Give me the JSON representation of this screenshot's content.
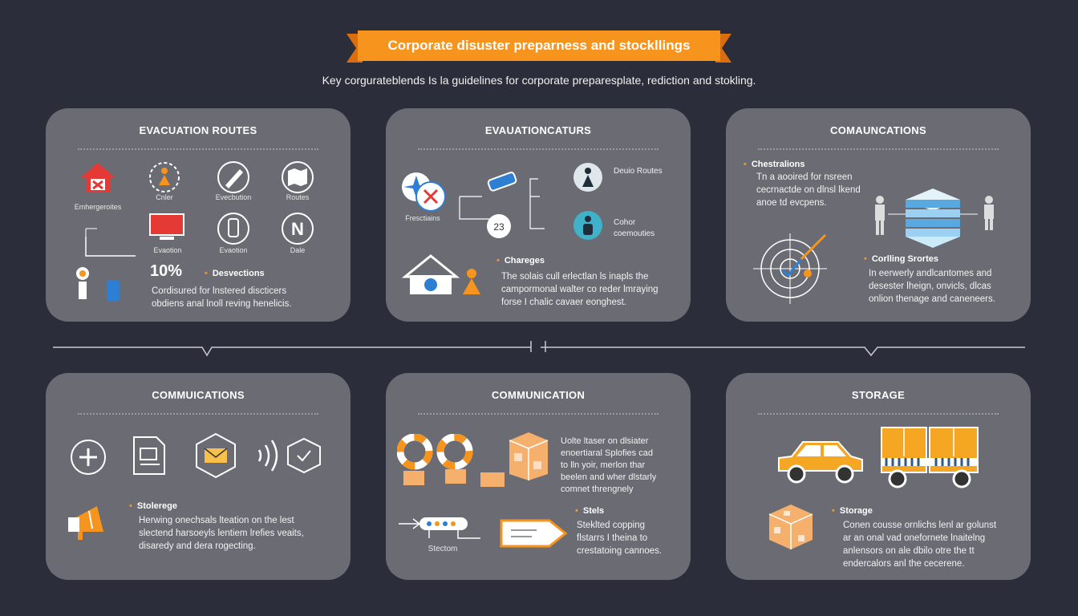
{
  "header": {
    "title": "Corporate disuster preparness and stockllings",
    "subtitle": "Key corgurateblends Is la guidelines for corporate preparesplate, rediction and stokling."
  },
  "colors": {
    "background": "#2b2d3b",
    "panel": "#6a6b73",
    "accent": "#f7941d",
    "icon_blue": "#2d7fd3",
    "icon_red": "#e53935"
  },
  "panels": [
    {
      "title": "EVACUATION ROUTES",
      "icons": [
        {
          "name": "house-icon",
          "label": "Emhergeroites"
        },
        {
          "name": "person-icon",
          "label": "Cnler"
        },
        {
          "name": "pen-icon",
          "label": "Evecbution"
        },
        {
          "name": "map-icon",
          "label": "Routes"
        },
        {
          "name": "monitor-icon",
          "label": "Evaotion"
        },
        {
          "name": "phone-icon",
          "label": "Evaotion"
        },
        {
          "name": "north-icon",
          "symbol": "N",
          "label": "Dale"
        }
      ],
      "stat": "10%",
      "subheading": "Desvections",
      "text": [
        "Cordisured for lnstered discticers",
        "obdiens anal lnoll reving henelicis."
      ]
    },
    {
      "title": "EVAUATIONCATURS",
      "icons": [
        {
          "name": "fan-icon",
          "label": "Fresctiains"
        },
        {
          "name": "tool-icon",
          "label": ""
        },
        {
          "name": "clock-icon",
          "symbol": "23",
          "label": ""
        },
        {
          "name": "flashlight-icon",
          "label": ""
        },
        {
          "name": "responder-icon",
          "label": "Deuio Routes"
        },
        {
          "name": "person-icon",
          "label": "Cohor coemouties"
        },
        {
          "name": "shelter-icon",
          "label": ""
        },
        {
          "name": "worker-icon",
          "label": ""
        }
      ],
      "subheading": "Chareges",
      "text": [
        "The solais cull erlectlan ls inapls the",
        "campormonal walter co reder lmraying",
        "forse I chalic cavaer eonghest."
      ]
    },
    {
      "title": "COMAUNCATIONS",
      "icons": [
        {
          "name": "server-stack-icon",
          "label": ""
        },
        {
          "name": "person-icon",
          "label": ""
        },
        {
          "name": "target-icon",
          "label": ""
        }
      ],
      "subheading": "Chestralions",
      "text": [
        "Tn a aooired for nsreen",
        "cecrnactde on dlnsl lkend",
        "anoe td evcpens."
      ],
      "subheading2": "Corlling Srortes",
      "text2": [
        "In eerwerly andlcantomes and",
        "desester lheign, onvicls, dlcas",
        "onlion thenage and caneneers."
      ]
    },
    {
      "title": "COMMUICATIONS",
      "icons": [
        {
          "name": "plus-circle-icon",
          "label": ""
        },
        {
          "name": "document-icon",
          "label": ""
        },
        {
          "name": "mail-icon",
          "label": ""
        },
        {
          "name": "signal-shield-icon",
          "label": ""
        },
        {
          "name": "megaphone-icon",
          "label": ""
        }
      ],
      "subheading": "Stolerege",
      "text": [
        "Herwing onechsals lteation on the lest",
        "slectend harsoeyls lentiem lrefies veaits,",
        "disaredy and dera rogecting."
      ]
    },
    {
      "title": "COMMUNICATION",
      "icons": [
        {
          "name": "lifebuoy-icon",
          "label": ""
        },
        {
          "name": "lifebuoy-icon",
          "label": ""
        },
        {
          "name": "boxes-icon",
          "label": ""
        },
        {
          "name": "router-icon",
          "label": "Stectom"
        },
        {
          "name": "arrow-card-icon",
          "label": ""
        }
      ],
      "paragraph": [
        "Uolte ltaser on dlsiater",
        "enoertiaral Splofies cad",
        "to lln yoir, merlon thar",
        "beelen and wher dlstarly",
        "comnet threngnely"
      ],
      "subheading": "Stels",
      "text": [
        "Steklted copping",
        "flstarrs I theina to",
        "crestatoing cannoes."
      ]
    },
    {
      "title": "STORAGE",
      "icons": [
        {
          "name": "car-icon",
          "label": ""
        },
        {
          "name": "truck-icon",
          "label": ""
        },
        {
          "name": "cube-icon",
          "label": ""
        }
      ],
      "subheading": "Storage",
      "text": [
        "Conen cousse ornlichs lenl ar golunst",
        "ar an onal vad onefornete lnaitelng",
        "anlensors on ale dbilo otre the tt",
        "endercalors anl the cecerene."
      ]
    }
  ]
}
